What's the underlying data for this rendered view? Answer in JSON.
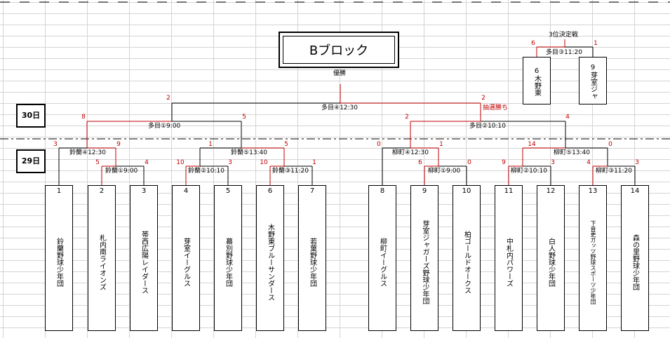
{
  "title": "Bブロック",
  "final_label": "優勝",
  "days": {
    "day2": "30日",
    "day1": "29日"
  },
  "final": {
    "label": "多目④12:30",
    "left_score": "2",
    "right_score": "2",
    "note": "抽選勝ち"
  },
  "semis": [
    {
      "label": "多目①9:00",
      "left_score": "8",
      "right_score": "5"
    },
    {
      "label": "多目②10:10",
      "left_score": "2",
      "right_score": "4"
    }
  ],
  "quarters": [
    {
      "label": "鈴蘭④12:30",
      "left_score": "3",
      "right_score": "9"
    },
    {
      "label": "鈴蘭⑤13:40",
      "left_score": "1",
      "right_score": "5"
    },
    {
      "label": "柳町④12:30",
      "left_score": "0",
      "right_score": "1"
    },
    {
      "label": "柳町⑤13:40",
      "left_score": "14",
      "right_score": "0"
    }
  ],
  "first_round": [
    {
      "label": "鈴蘭①9:00",
      "left_score": "5",
      "right_score": "4"
    },
    {
      "label": "鈴蘭②10:10",
      "left_score": "10",
      "right_score": "3"
    },
    {
      "label": "鈴蘭③11:20",
      "left_score": "10",
      "right_score": "1"
    },
    {
      "label": "柳町①9:00",
      "left_score": "6",
      "right_score": "0"
    },
    {
      "label": "柳町②10:10",
      "left_score": "9",
      "right_score": "3"
    },
    {
      "label": "柳町③11:20",
      "left_score": "4",
      "right_score": "3"
    }
  ],
  "third_place": {
    "title": "3位決定戦",
    "label": "多目③11:20",
    "left_score": "6",
    "right_score": "1",
    "left_team": "6木野東",
    "right_team": "9芽室ジャ"
  },
  "teams": [
    {
      "no": "1",
      "name": "鈴蘭野球少年団"
    },
    {
      "no": "2",
      "name": "札内南ライオンズ"
    },
    {
      "no": "3",
      "name": "帯西広陽レイダース"
    },
    {
      "no": "4",
      "name": "芽室イーグルス"
    },
    {
      "no": "5",
      "name": "幕別野球少年団"
    },
    {
      "no": "6",
      "name": "木野東ブルーサンダース"
    },
    {
      "no": "7",
      "name": "若葉野球少年団"
    },
    {
      "no": "8",
      "name": "柳町イーグルス"
    },
    {
      "no": "9",
      "name": "芽室ジャガーズ野球少年団"
    },
    {
      "no": "10",
      "name": "柏ゴールドオークス"
    },
    {
      "no": "11",
      "name": "中札内パワーズ"
    },
    {
      "no": "12",
      "name": "白人野球少年団"
    },
    {
      "no": "13",
      "name": "下音更ガッツ野球スポーツ少年団"
    },
    {
      "no": "14",
      "name": "森の里野球少年団"
    }
  ],
  "colors": {
    "win_line": "#c00000",
    "line": "#000000",
    "grid": "#d4d4d4"
  }
}
